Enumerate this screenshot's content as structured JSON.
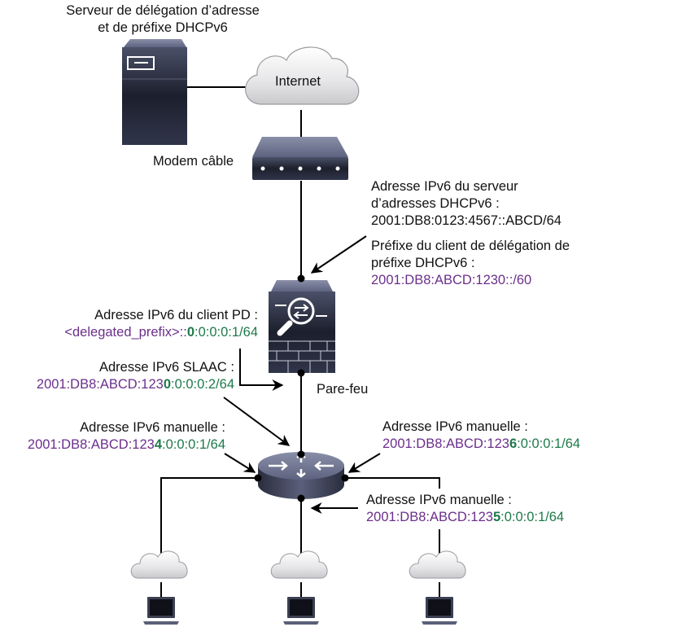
{
  "colors": {
    "purple_prefix": "#6b2f8c",
    "green_suffix": "#1d7a4a",
    "device_dark": "#2a2e40",
    "line": "#000000"
  },
  "nodes": {
    "server": {
      "label_line1": "Serveur de délégation d’adresse",
      "label_line2": "et de préfixe DHCPv6",
      "icon": "server-icon"
    },
    "internet": {
      "label": "Internet",
      "icon": "cloud-icon"
    },
    "modem": {
      "label": "Modem câble",
      "icon": "modem-icon"
    },
    "firewall": {
      "label": "Pare-feu",
      "icon": "firewall-icon"
    },
    "router": {
      "icon": "router-icon"
    },
    "lans": [
      {
        "icon": "cloud-icon",
        "host_icon": "laptop-icon"
      },
      {
        "icon": "cloud-icon",
        "host_icon": "laptop-icon"
      },
      {
        "icon": "cloud-icon",
        "host_icon": "laptop-icon"
      }
    ]
  },
  "annotations": {
    "server_address": {
      "line1": "Adresse IPv6 du serveur",
      "line2": "d’adresses DHCPv6 :",
      "value": "2001:DB8:0123:4567::ABCD/64"
    },
    "pd_prefix": {
      "line1": "Préfixe du client de délégation de",
      "line2": "préfixe DHCPv6 :",
      "value": "2001:DB8:ABCD:1230::/60"
    },
    "pd_client": {
      "title": "Adresse IPv6 du client PD :",
      "prefix": "<delegated_prefix>::",
      "bold": "0",
      "suffix": ":0:0:0:1/64"
    },
    "slaac": {
      "title": "Adresse IPv6 SLAAC :",
      "prefix": "2001:DB8:ABCD:123",
      "bold": "0",
      "suffix": ":0:0:0:2/64"
    },
    "manual_left": {
      "title": "Adresse IPv6 manuelle :",
      "prefix": "2001:DB8:ABCD:123",
      "bold": "4",
      "suffix": ":0:0:0:1/64"
    },
    "manual_right": {
      "title": "Adresse IPv6 manuelle :",
      "prefix": "2001:DB8:ABCD:123",
      "bold": "6",
      "suffix": ":0:0:0:1/64"
    },
    "manual_bottom": {
      "title": "Adresse IPv6 manuelle :",
      "prefix": "2001:DB8:ABCD:123",
      "bold": "5",
      "suffix": ":0:0:0:1/64"
    }
  }
}
